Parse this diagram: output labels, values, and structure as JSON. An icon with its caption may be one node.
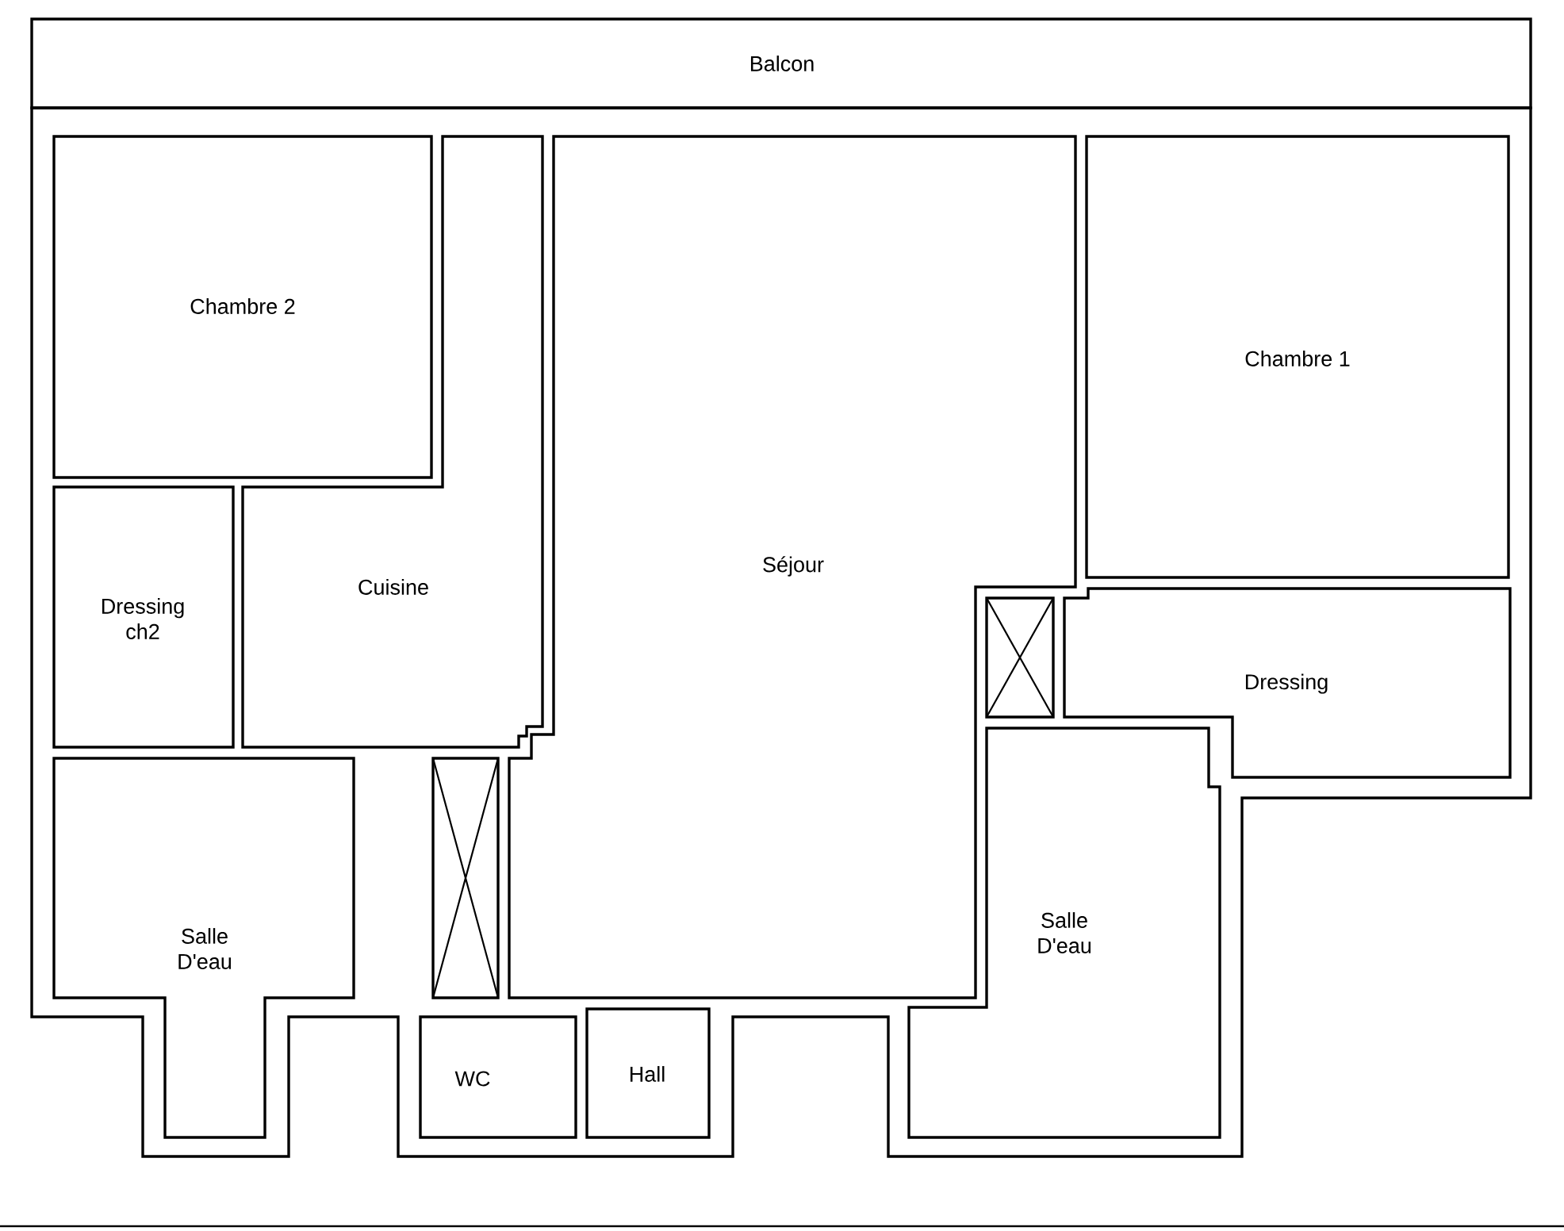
{
  "diagram": {
    "nodes": [
      {
        "text": [
          "Balcon"
        ]
      },
      {
        "text": [
          "Chambre 2"
        ]
      },
      {
        "text": [
          "Cuisine"
        ]
      },
      {
        "text": [
          "Séjour"
        ]
      },
      {
        "text": [
          "Chambre 1"
        ]
      },
      {
        "text": [
          "Dressing ch2"
        ]
      },
      {
        "text": [
          "Dressing"
        ]
      },
      {
        "text": [
          "Salle D'eau"
        ]
      },
      {
        "text": [
          "Salle D'eau"
        ]
      },
      {
        "text": [
          "WC"
        ]
      },
      {
        "text": [
          "Hall"
        ]
      },
      {
        "text": [],
        "shape": "box"
      },
      {
        "text": [],
        "shape": "box"
      }
    ]
  }
}
